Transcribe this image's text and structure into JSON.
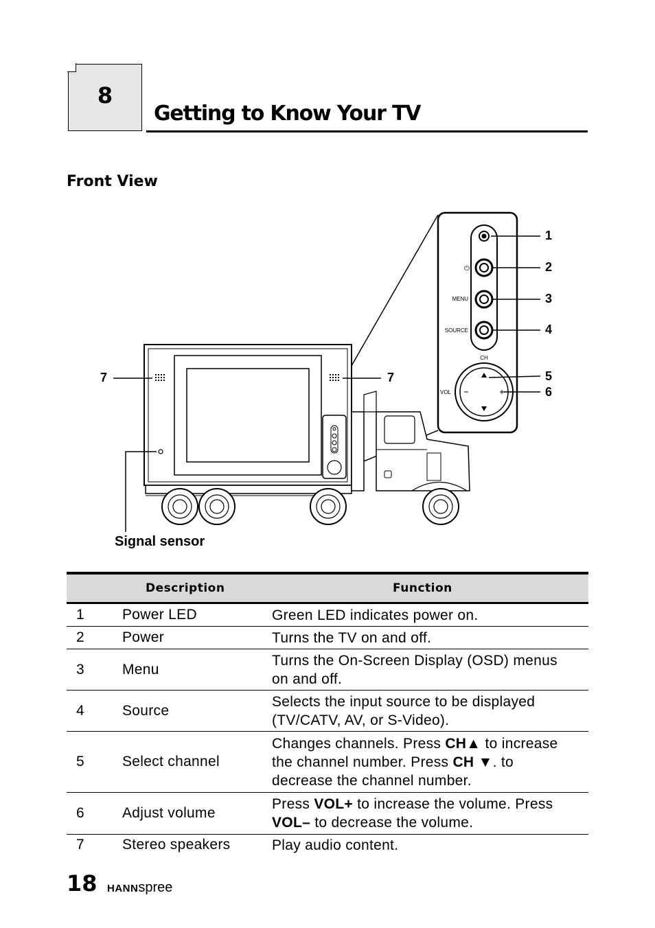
{
  "chapter": {
    "number": "8",
    "title": "Getting to Know Your TV"
  },
  "section": {
    "title": "Front View"
  },
  "diagram": {
    "callouts": [
      "1",
      "2",
      "3",
      "4",
      "5",
      "6",
      "7",
      "7"
    ],
    "signal_sensor_label": "Signal sensor",
    "panel_labels": {
      "menu": "MENU",
      "source": "SOURCE",
      "ch": "CH",
      "vol": "VOL",
      "power_symbol": "⏻"
    }
  },
  "table": {
    "headers": {
      "description": "Description",
      "function": "Function"
    },
    "rows": [
      {
        "num": "1",
        "desc": "Power LED",
        "func": "Green LED indicates power on."
      },
      {
        "num": "2",
        "desc": "Power",
        "func": "Turns the TV on and off."
      },
      {
        "num": "3",
        "desc": "Menu",
        "func": "Turns the On-Screen Display (OSD) menus on and off."
      },
      {
        "num": "4",
        "desc": "Source",
        "func": "Selects the input source to be displayed (TV/CATV, AV, or S-Video)."
      },
      {
        "num": "5",
        "desc": "Select channel",
        "func_parts": [
          "Changes channels. Press ",
          "CH",
          "▲",
          " to increase the channel number. Press ",
          "CH",
          "▼",
          ". to decrease the channel number."
        ]
      },
      {
        "num": "6",
        "desc": "Adjust volume",
        "func_parts": [
          "Press ",
          "VOL+",
          " to increase the volume. Press ",
          "VOL–",
          " to decrease the volume."
        ]
      },
      {
        "num": "7",
        "desc": "Stereo speakers",
        "func": "Play audio content."
      }
    ]
  },
  "footer": {
    "page": "18",
    "brand_bold": "HANN",
    "brand_rest": "spree"
  }
}
